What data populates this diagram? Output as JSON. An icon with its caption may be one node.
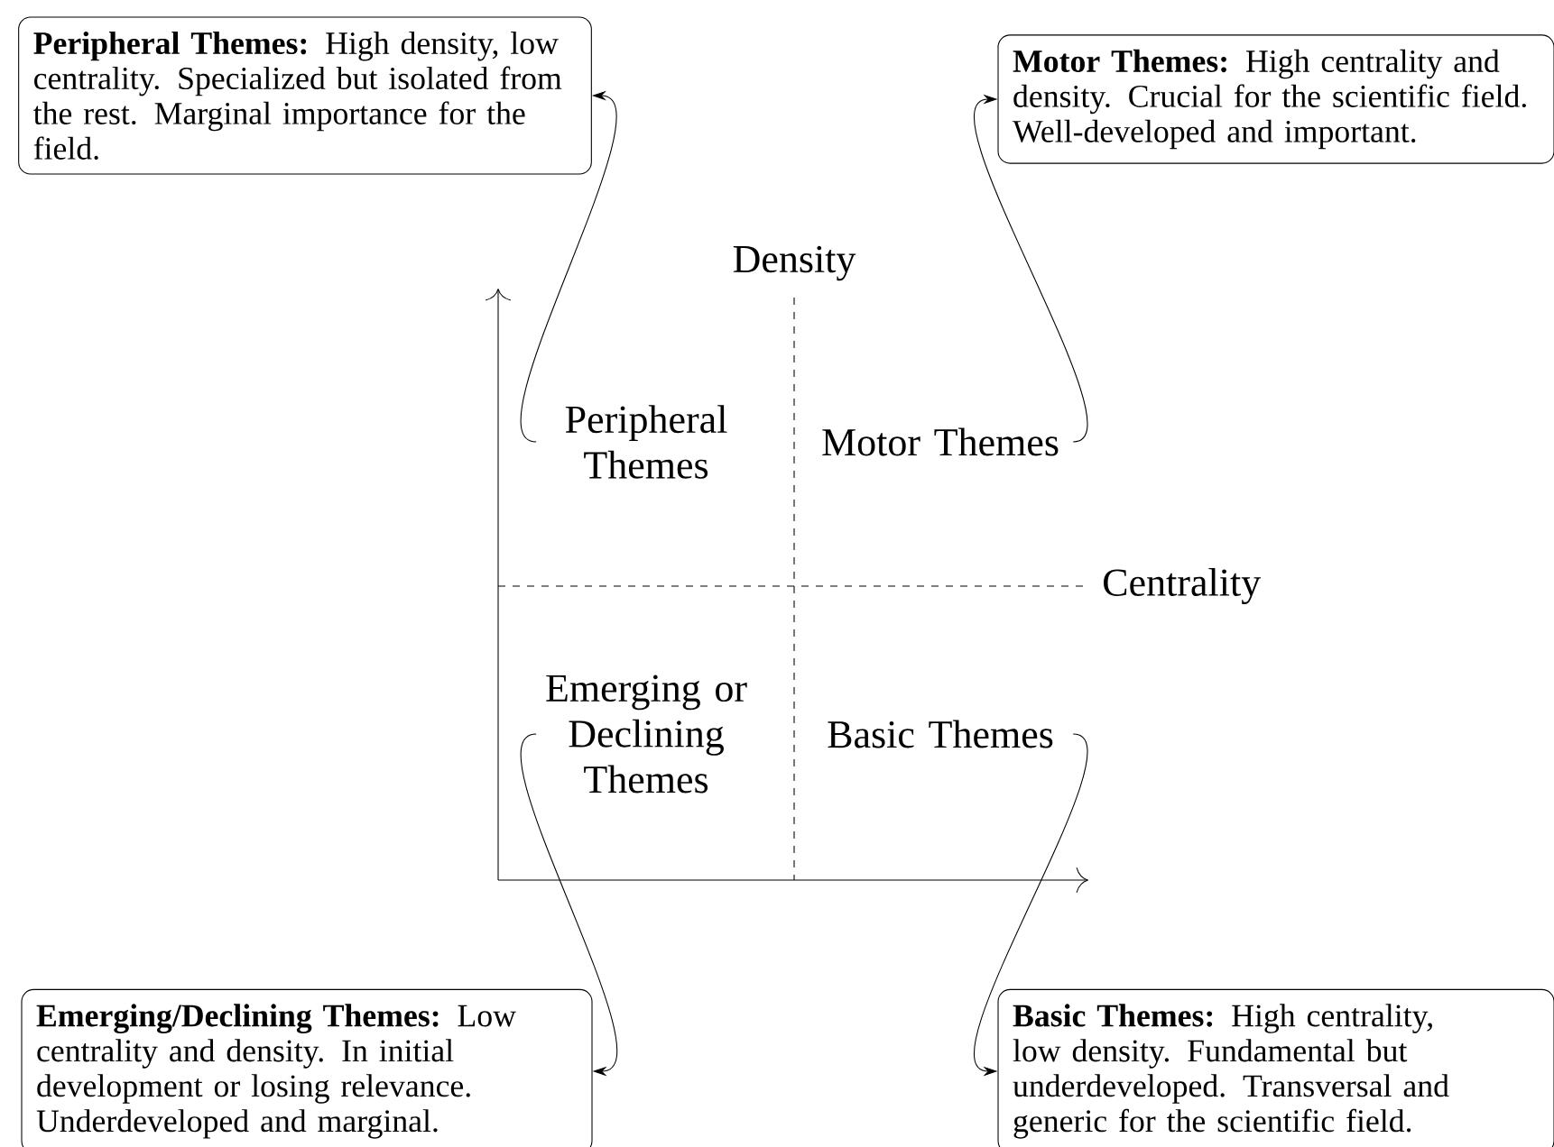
{
  "diagram": {
    "nodes": [
      {
        "text": [
          "**Peripheral Themes:** High density, low centrality. Specialized but isolated from the rest. Marginal importance for the field."
        ]
      },
      {
        "text": [
          "**Motor Themes:** High centrality and density. Crucial for the scientific field. Well-developed and important."
        ]
      },
      {
        "text": [
          "Peripheral Themes"
        ]
      },
      {
        "text": [
          "Motor Themes"
        ]
      },
      {
        "text": [
          "Emerging or Declining Themes"
        ]
      },
      {
        "text": [
          "Basic Themes"
        ]
      },
      {
        "text": [
          "**Emerging/Declining Themes:** Low centrality and density. In initial development or losing relevance. Underdeveloped and marginal."
        ]
      },
      {
        "text": [
          "**Basic Themes:** High centrality, low density. Fundamental but underdeveloped. Transversal and generic for the scientific field."
        ]
      }
    ],
    "edges": [
      {
        "from": 2,
        "to": 0,
        "arrow": "to"
      },
      {
        "from": 3,
        "to": 1,
        "arrow": "to"
      },
      {
        "from": 4,
        "to": 6,
        "arrow": "to"
      },
      {
        "from": 5,
        "to": 7,
        "arrow": "to"
      }
    ],
    "labels": [
      "Density",
      "Centrality"
    ]
  }
}
